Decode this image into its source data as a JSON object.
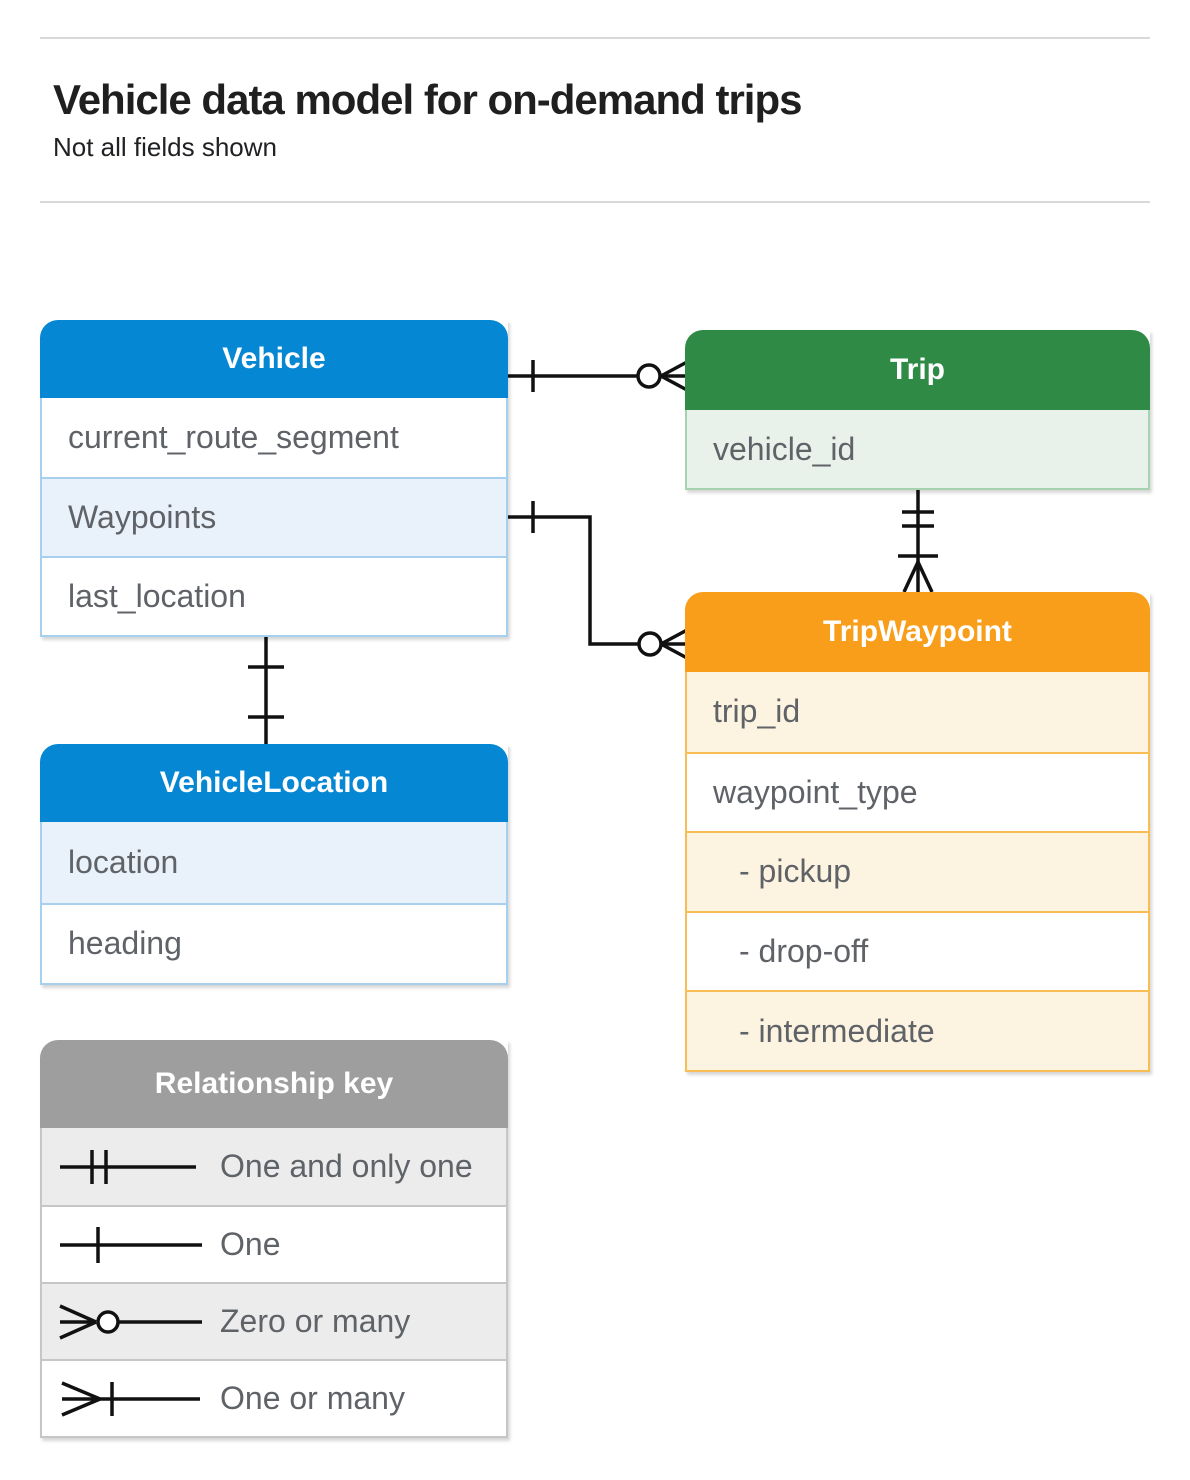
{
  "page": {
    "title": "Vehicle data model for on-demand trips",
    "subtitle": "Not all fields shown"
  },
  "entities": [
    {
      "name": "Vehicle",
      "rows": [
        "current_route_segment",
        "Waypoints",
        "last_location"
      ]
    },
    {
      "name": "Trip",
      "rows": [
        "vehicle_id"
      ]
    },
    {
      "name": "TripWaypoint",
      "rows": [
        "trip_id",
        "waypoint_type",
        "- pickup",
        "- drop-off",
        "- intermediate"
      ]
    },
    {
      "name": "VehicleLocation",
      "rows": [
        "location",
        "heading"
      ]
    }
  ],
  "legend": {
    "title": "Relationship key",
    "items": [
      {
        "symbol": "one-and-only-one",
        "label": "One and only one"
      },
      {
        "symbol": "one",
        "label": "One"
      },
      {
        "symbol": "zero-or-many",
        "label": "Zero or many"
      },
      {
        "symbol": "one-or-many",
        "label": "One or many"
      }
    ]
  },
  "relationships": [
    {
      "from": "Vehicle",
      "to": "Trip",
      "from_cardinality": "one",
      "to_cardinality": "zero-or-many"
    },
    {
      "from": "Vehicle.Waypoints",
      "to": "TripWaypoint",
      "from_cardinality": "one",
      "to_cardinality": "zero-or-many"
    },
    {
      "from": "Trip",
      "to": "TripWaypoint",
      "from_cardinality": "one-and-only-one",
      "to_cardinality": "one-or-many"
    },
    {
      "from": "Vehicle.last_location",
      "to": "VehicleLocation",
      "from_cardinality": "one",
      "to_cardinality": "one"
    }
  ],
  "colors": {
    "blue": "#0687d3",
    "blue_tint": "#e9f1fb",
    "blue_border": "#a6d0ee",
    "green": "#2f8a46",
    "green_tint": "#e8f2eb",
    "green_border": "#a6d2b0",
    "orange": "#f89e1b",
    "orange_tint": "#fdf3e1",
    "orange_border": "#f9bd55",
    "gray": "#9e9e9e",
    "gray_tint": "#ececec",
    "gray_border": "#c6c6c6",
    "row_text": "#5f6368",
    "header_text": "#ffffff",
    "connector": "#111111"
  }
}
